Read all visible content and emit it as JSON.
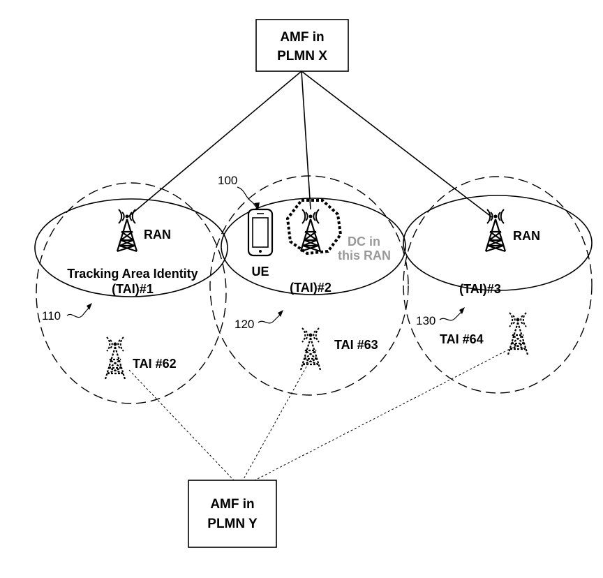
{
  "amf_top": {
    "line1": "AMF in",
    "line2": "PLMN X"
  },
  "amf_bottom": {
    "line1": "AMF in",
    "line2": "PLMN Y"
  },
  "ref_ue": "100",
  "ref_110": "110",
  "ref_120": "120",
  "ref_130": "130",
  "ran_label_left": "RAN",
  "ran_label_right": "RAN",
  "ue_label": "UE",
  "ta1_line1": "Tracking Area Identity",
  "ta1_line2": "(TAI)#1",
  "ta2_label": "(TAI)#2",
  "ta3_label": "(TAI)#3",
  "dc_line1": "DC in",
  "dc_line2": "this RAN",
  "tai62": "TAI #62",
  "tai63": "TAI #63",
  "tai64": "TAI #64"
}
